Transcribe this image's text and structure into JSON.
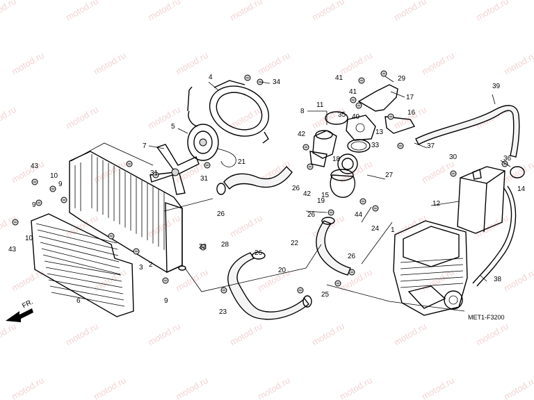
{
  "watermark": "motod.ru",
  "diagram_code": "MET1-F3200",
  "direction_label": "FR.",
  "callouts": [
    "1",
    "2",
    "3",
    "4",
    "5",
    "6",
    "7",
    "8",
    "9",
    "10",
    "11",
    "12",
    "13",
    "14",
    "15",
    "16",
    "17",
    "18",
    "19",
    "20",
    "21",
    "22",
    "23",
    "24",
    "25",
    "26",
    "27",
    "28",
    "29",
    "30",
    "31",
    "32",
    "33",
    "34",
    "35",
    "36",
    "37",
    "38",
    "39",
    "40",
    "41",
    "42",
    "43",
    "44"
  ]
}
